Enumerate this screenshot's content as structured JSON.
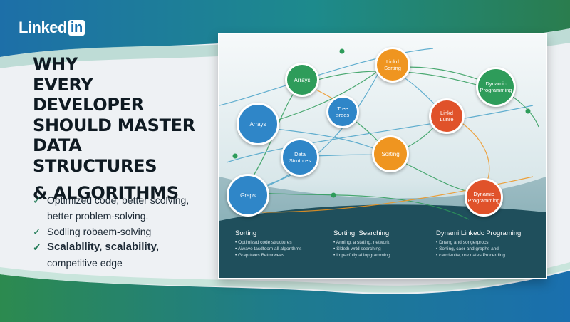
{
  "brand": {
    "name": "Linked",
    "badge": "in"
  },
  "headline": {
    "lines": [
      "WHY",
      "EVERY",
      "DEVELOPER",
      "SHOULD MASTER",
      "DATA STRUCTURES"
    ],
    "amp_line": "& ALGORITHMS"
  },
  "bullets": [
    {
      "text": "Optimized code, better scolving,",
      "check": true,
      "bold": false
    },
    {
      "text": "better problem-solving.",
      "check": false,
      "bold": false
    },
    {
      "text": "Sodling robaem-solving",
      "check": true,
      "bold": false
    },
    {
      "text": "Scalabllity, scalability,",
      "check": true,
      "bold": true
    },
    {
      "text": "competitive edge",
      "check": false,
      "bold": false
    }
  ],
  "nodes": {
    "arrays_top": "Arrays",
    "linked_sorting": "Linkd\nSorting",
    "dynamic_programming": "Dynamic\nProgramming",
    "arrays_left": "Arrays",
    "trees": "Tree\nsrees",
    "linked_lunre": "Linkd\nLunre",
    "data_structures": "Data\nStrutures",
    "sorting": "Sorting",
    "graphs": "Graps",
    "dynamic_programming_2": "Dynamic\nProgramming"
  },
  "columns": [
    {
      "heading": "Sorting",
      "items": [
        "Optimized code structures",
        "Aiwave tasdtoom all algorithms",
        "Grap trees Betmrwees"
      ]
    },
    {
      "heading": "Sorting, Searching",
      "items": [
        "Anning, a stating, network",
        "Sldeth wrtd searching",
        "Impacfully al lopgramming"
      ]
    },
    {
      "heading": "Dynami Linkedc Programing",
      "items": [
        "Dnang and sorigerprocs",
        "Sorting, caer and graphs and",
        "carrdeuita, ore dates Procerding"
      ]
    }
  ],
  "colors": {
    "blue": "#2f86c8",
    "green": "#2e9c5a",
    "orange": "#ef9520",
    "red_orange": "#e0522a",
    "teal": "#1f4f5c",
    "brand_blue": "#1a6fae"
  }
}
